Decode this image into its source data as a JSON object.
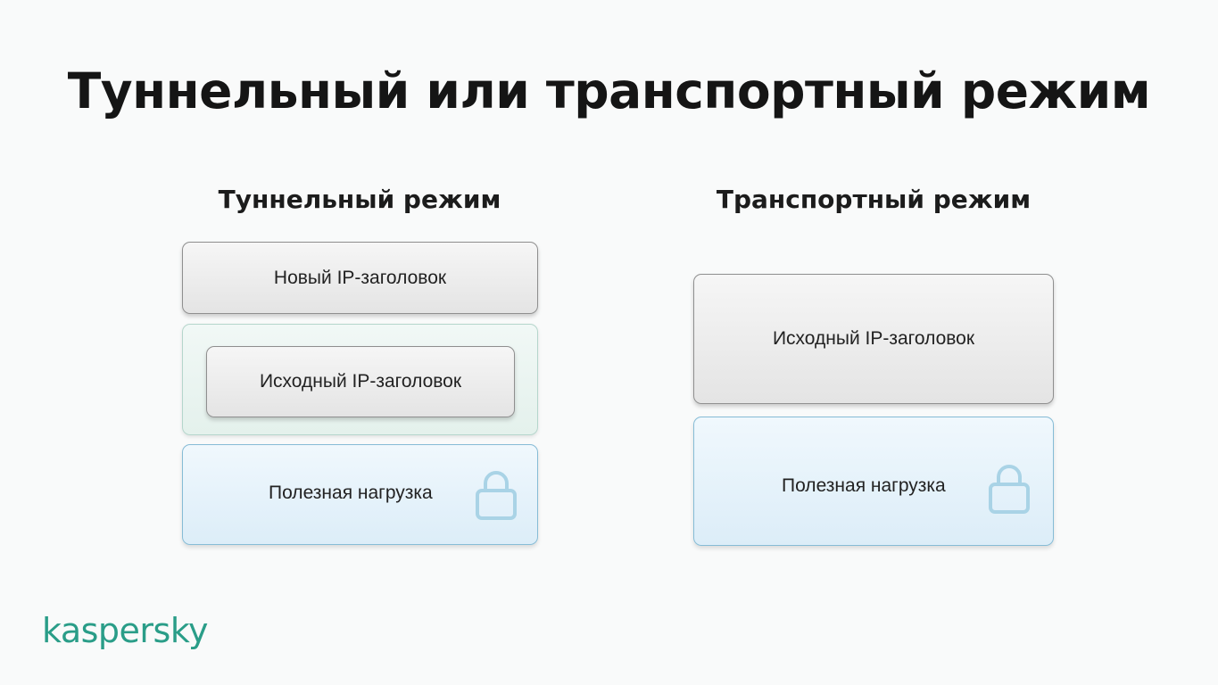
{
  "title": "Туннельный или транспортный режим",
  "tunnel": {
    "heading": "Туннельный режим",
    "new_header": "Новый IP-заголовок",
    "original_header": "Исходный IP-заголовок",
    "payload": "Полезная нагрузка"
  },
  "transport": {
    "heading": "Транспортный режим",
    "original_header": "Исходный IP-заголовок",
    "payload": "Полезная нагрузка"
  },
  "logo": "kaspersky",
  "colors": {
    "header_fill": "#e9e9e9",
    "encapsulation_fill": "#e8f3ef",
    "payload_fill": "#e3f1fa",
    "lock": "#a9d3e6",
    "brand": "#2a9d88"
  }
}
